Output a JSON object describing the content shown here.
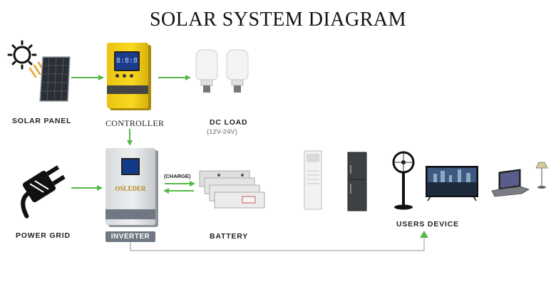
{
  "title": "SOLAR SYSTEM DIAGRAM",
  "nodes": {
    "solar_panel": "SOLAR PANEL",
    "controller": "CONTROLLER",
    "dc_load": "DC LOAD",
    "dc_load_range": "(12V-24V)",
    "power_grid": "POWER GRID",
    "inverter": "INVERTER",
    "battery": "BATTERY",
    "users_device": "USERS DEVICE"
  },
  "charge_label": "(CHARGE)",
  "inverter_brand": "OSLEDER",
  "controller_display": "8:8:8",
  "colors": {
    "arrow": "#55b948",
    "controller": "#f4d21c",
    "inverter": "#e3e6e8",
    "inverter_tag": "#6f7883",
    "battery": "#dcdcdc"
  }
}
